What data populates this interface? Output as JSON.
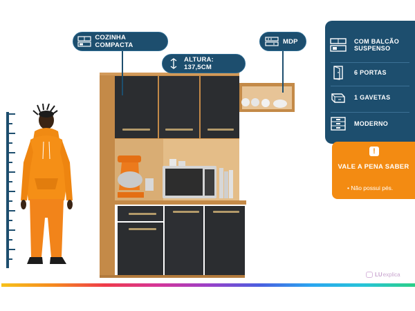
{
  "callouts": {
    "cozinha": {
      "label": "COZINHA COMPACTA",
      "icon": "kitchen-cabinet-icon"
    },
    "altura": {
      "label": "ALTURA: 137,5CM",
      "icon": "height-arrow-icon"
    },
    "material": {
      "label": "MDP",
      "icon": "mdp-board-icon"
    }
  },
  "features": [
    {
      "label": "COM BALCÃO SUSPENSO",
      "icon": "hanging-counter-icon"
    },
    {
      "label": "6 PORTAS",
      "icon": "door-icon"
    },
    {
      "label": "1 GAVETAS",
      "icon": "drawer-icon"
    },
    {
      "label": "MODERNO",
      "icon": "modern-cabinet-icon"
    }
  ],
  "tip": {
    "icon": "alert-icon",
    "title": "VALE A PENA SABER",
    "items": [
      "• Não possui pés."
    ]
  },
  "brand": {
    "prefix": "LU",
    "name": "explica"
  },
  "colors": {
    "navy": "#1d4e6e",
    "orange": "#f38b12",
    "wood": "#c48a48",
    "door_black": "#2b2d30"
  }
}
